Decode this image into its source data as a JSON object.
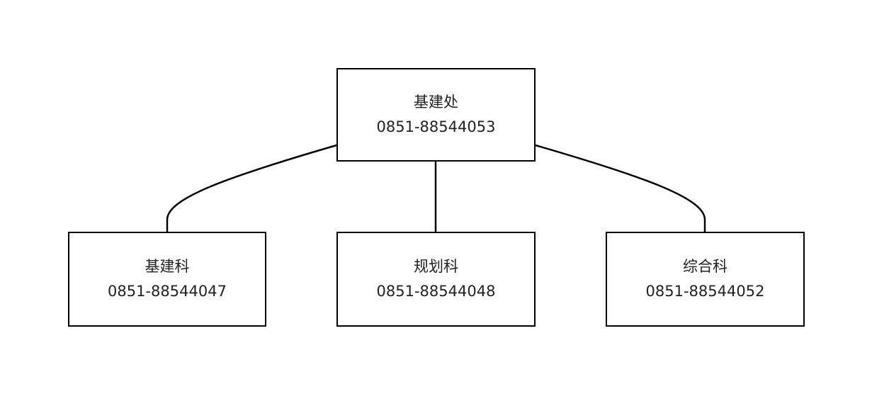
{
  "org_chart": {
    "root": {
      "name": "基建处",
      "phone": "0851-88544053"
    },
    "children": [
      {
        "name": "基建科",
        "phone": "0851-88544047"
      },
      {
        "name": "规划科",
        "phone": "0851-88544048"
      },
      {
        "name": "综合科",
        "phone": "0851-88544052"
      }
    ]
  },
  "colors": {
    "line": "#000000",
    "text": "#222222",
    "background": "#ffffff"
  }
}
